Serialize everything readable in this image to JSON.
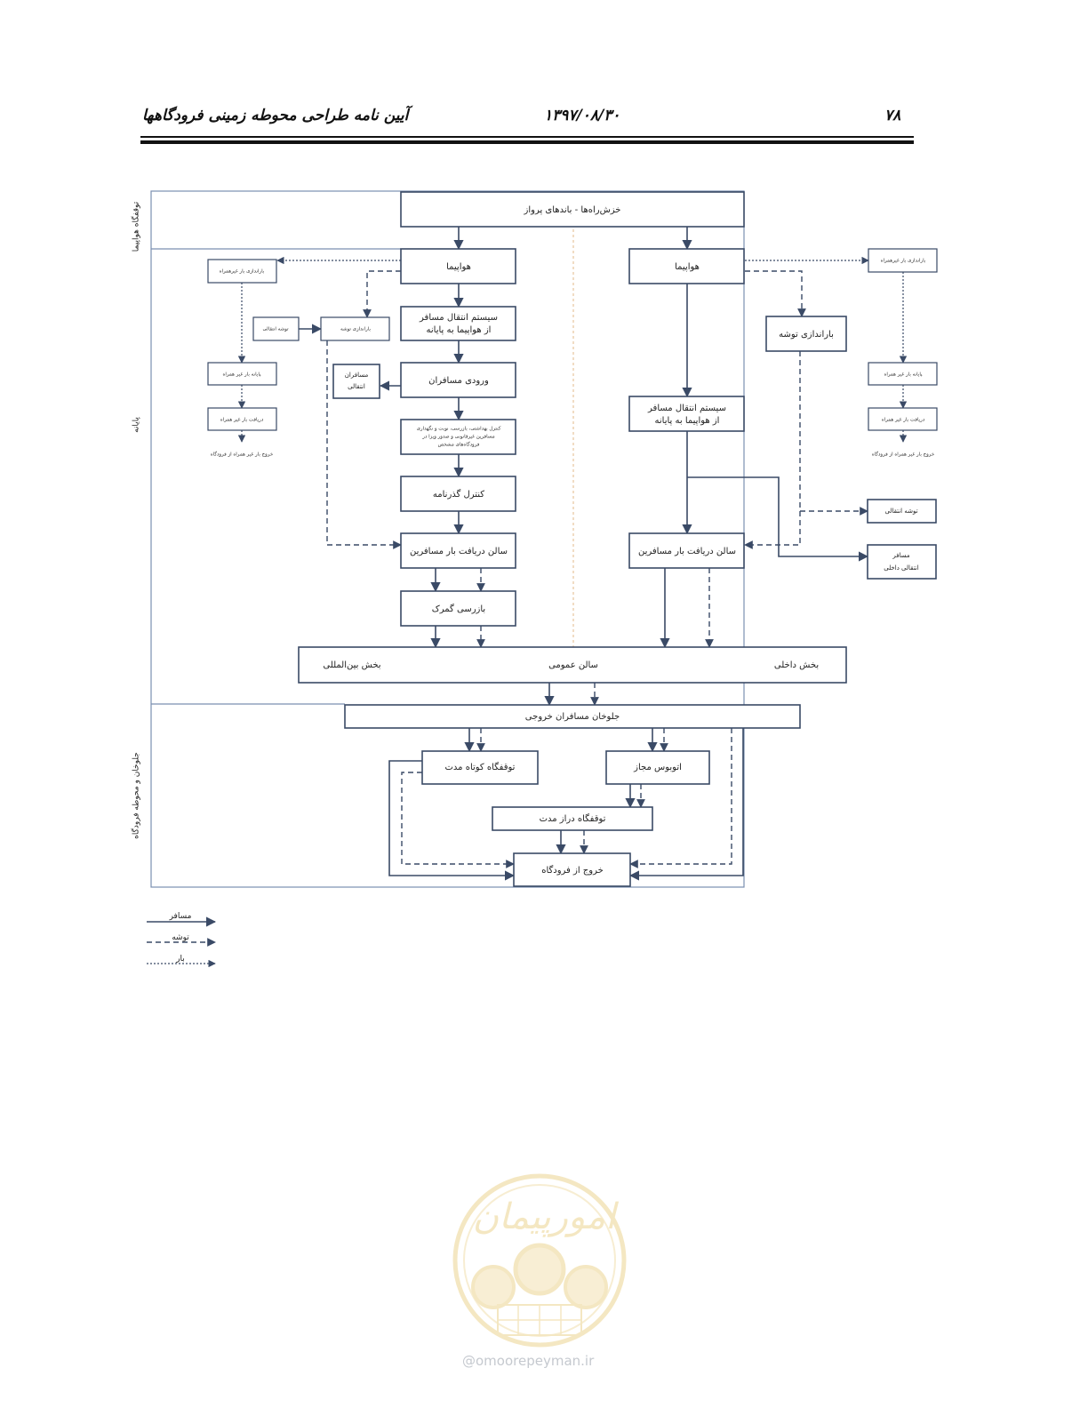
{
  "header": {
    "title": "آیین نامه طراحی محوطه زمینی فرودگاهها",
    "date": "۱۳۹۷/۰۸/۳۰",
    "page": "۷۸"
  },
  "zones": {
    "aircraft_stand": "توقفگاه هواپیما",
    "terminal": "پایانه",
    "landside": "جلوخان و محوطه فرودگاه"
  },
  "boxes": {
    "runway": "خزش‌راه‌ها - باندهای پرواز",
    "aircraft_intl": "هواپیما",
    "aircraft_dom": "هواپیما",
    "transfer_intl_1": "سیستم انتقال مسافر",
    "transfer_intl_2": "از هواپیما به پایانه",
    "transfer_dom_1": "سیستم انتقال مسافر",
    "transfer_dom_2": "از هواپیما به پایانه",
    "entry": "ورودی مسافران",
    "transit_pax_1": "مسافران",
    "transit_pax_2": "انتقالی",
    "health_1": "کنترل بهداشتی، بازرسی، نوبت و نگهداری",
    "health_2": "مسافرین غیرقانونی و صدور ویزا در",
    "health_3": "فرودگاه‌های مشخص",
    "passport": "کنترل گذرنامه",
    "baggage_hall_intl": "سالن دریافت بار مسافرین",
    "customs": "بازرسی گمرک",
    "baggage_hall_dom": "سالن دریافت بار مسافرین",
    "bag_unload_intl": "باراندازی توشه",
    "bag_transit_intl": "توشه انتقالی",
    "bag_unload_dom": "باراندازی توشه",
    "bag_transit_dom": "توشه انتقالی",
    "dom_transit_pax_1": "مسافر",
    "dom_transit_pax_2": "انتقالی داخلی",
    "cargo_unload_intl": "باراندازی بار غیرهمراه",
    "cargo_terminal_intl": "پایانه بار غیر همراه",
    "cargo_receive_intl": "دریافت بار غیر همراه",
    "cargo_exit_intl": "خروج بار غیر همراه از فرودگاه",
    "cargo_unload_dom": "باراندازی بار غیرهمراه",
    "cargo_terminal_dom": "پایانه بار غیر همراه",
    "cargo_receive_dom": "دریافت بار غیر همراه",
    "cargo_exit_dom": "خروج بار غیر همراه از فرودگاه",
    "hall_intl": "بخش بین‌المللی",
    "hall_public": "سالن عمومی",
    "hall_dom": "بخش داخلی",
    "curbside": "جلوخان مسافران خروجی",
    "short_parking": "توقفگاه کوتاه مدت",
    "bus": "اتوبوس مجاز",
    "long_parking": "توقفگاه دراز مدت",
    "exit": "خروج از فرودگاه"
  },
  "legend": {
    "passenger": "مسافر",
    "baggage": "توشه",
    "cargo": "بار"
  },
  "watermark": {
    "brand": "امورپیمان",
    "url": "@omoorepeyman.ir"
  }
}
